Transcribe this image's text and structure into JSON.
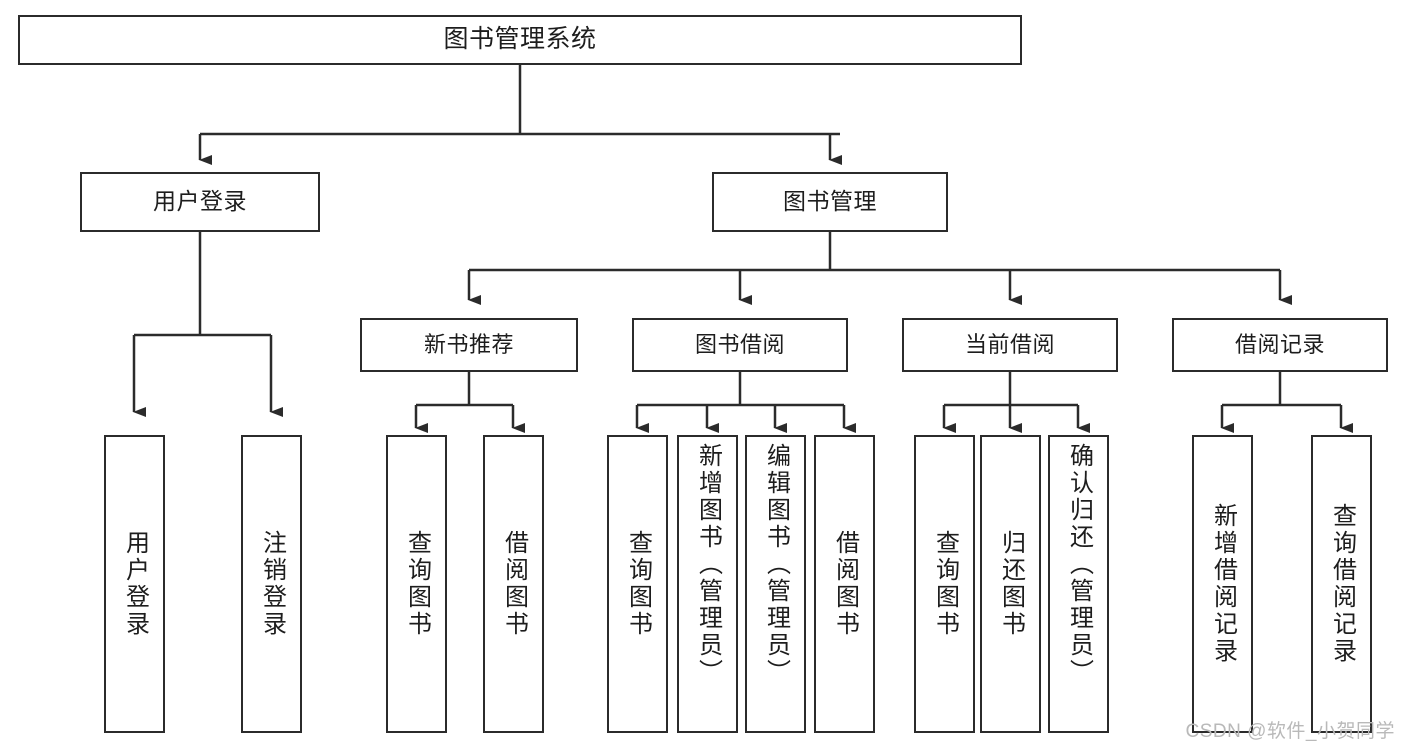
{
  "diagram": {
    "title": "图书管理系统",
    "watermark": "CSDN @软件_小贺同学",
    "line_color": "#2b2b2b",
    "text_color": "#1d1d1d",
    "background": "#ffffff",
    "root": {
      "label": "图书管理系统"
    },
    "tier1": [
      {
        "label": "用户登录"
      },
      {
        "label": "图书管理"
      }
    ],
    "tier2": [
      {
        "label": "新书推荐"
      },
      {
        "label": "图书借阅"
      },
      {
        "label": "当前借阅"
      },
      {
        "label": "借阅记录"
      }
    ],
    "leaves": {
      "user_login": [
        {
          "label": "用户登录"
        },
        {
          "label": "注销登录"
        }
      ],
      "new_book": [
        {
          "label": "查询图书"
        },
        {
          "label": "借阅图书"
        }
      ],
      "book_borrow": [
        {
          "label": "查询图书"
        },
        {
          "label": "新增图书（管理员）"
        },
        {
          "label": "编辑图书（管理员）"
        },
        {
          "label": "借阅图书"
        }
      ],
      "current_borrow": [
        {
          "label": "查询图书"
        },
        {
          "label": "归还图书"
        },
        {
          "label": "确认归还（管理员）"
        }
      ],
      "borrow_record": [
        {
          "label": "新增借阅记录"
        },
        {
          "label": "查询借阅记录"
        }
      ]
    }
  }
}
